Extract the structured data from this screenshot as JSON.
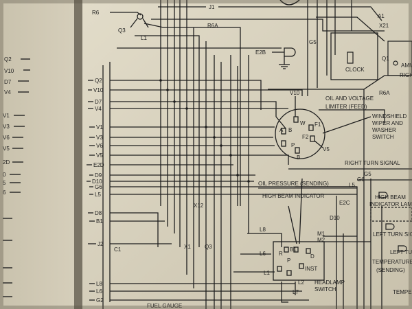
{
  "left_page": {
    "labels": [
      "Q2",
      "V10",
      "D7",
      "V4",
      "V1",
      "V3",
      "V6",
      "V5",
      "2D",
      "0",
      "5",
      "6"
    ]
  },
  "wire_labels": [
    {
      "id": "R6",
      "text": "R6"
    },
    {
      "id": "J1",
      "text": "J1"
    },
    {
      "id": "Q3-top",
      "text": "Q3"
    },
    {
      "id": "L1-top",
      "text": "L1"
    },
    {
      "id": "R6A",
      "text": "R6A"
    },
    {
      "id": "G5-top",
      "text": "G5"
    },
    {
      "id": "A1",
      "text": "A1"
    },
    {
      "id": "X21",
      "text": "X21"
    },
    {
      "id": "Q1",
      "text": "Q1"
    },
    {
      "id": "R6A-right",
      "text": "R6A"
    },
    {
      "id": "E2B",
      "text": "E2B"
    },
    {
      "id": "V10-top",
      "text": "V10"
    },
    {
      "id": "G5-right",
      "text": "G5"
    },
    {
      "id": "L5",
      "text": "L5"
    },
    {
      "id": "G6-right",
      "text": "G6"
    },
    {
      "id": "E2C",
      "text": "E2C"
    },
    {
      "id": "D10-mid",
      "text": "D10"
    },
    {
      "id": "X12",
      "text": "X12"
    },
    {
      "id": "X1",
      "text": "X1"
    },
    {
      "id": "Q3-mid",
      "text": "Q3"
    },
    {
      "id": "C1",
      "text": "C1"
    },
    {
      "id": "L8",
      "text": "L8"
    },
    {
      "id": "L6",
      "text": "L6"
    },
    {
      "id": "M1",
      "text": "M1"
    },
    {
      "id": "M2",
      "text": "M2"
    },
    {
      "id": "L1-bot",
      "text": "L1"
    },
    {
      "id": "L2",
      "text": "L2"
    },
    {
      "id": "L7",
      "text": "L7"
    },
    {
      "id": "F1",
      "text": "F1"
    },
    {
      "id": "F2",
      "text": "F2"
    },
    {
      "id": "A",
      "text": "A"
    },
    {
      "id": "B",
      "text": "B"
    },
    {
      "id": "W",
      "text": "W"
    },
    {
      "id": "P",
      "text": "P"
    },
    {
      "id": "V5-sw",
      "text": "V5"
    },
    {
      "id": "R",
      "text": "R"
    },
    {
      "id": "P2",
      "text": "P"
    },
    {
      "id": "D",
      "text": "D"
    },
    {
      "id": "INST",
      "text": "INST"
    },
    {
      "id": "B1-sw",
      "text": "B1"
    }
  ],
  "terminal_labels": [
    "Q2",
    "V10",
    "D7",
    "V4",
    "V1",
    "V3",
    "V6",
    "V5",
    "E2D",
    "D9",
    "D10",
    "G6",
    "L5",
    "D8",
    "B1",
    "J2",
    "L8",
    "L6",
    "G2"
  ],
  "components": {
    "clock": "CLOCK",
    "oil_voltage_limiter": [
      "OIL AND VOLTAGE",
      "LIMITER (FEED)"
    ],
    "windshield_switch": [
      "WINDSHIELD",
      "WIPER AND",
      "WASHER",
      "SWITCH"
    ],
    "right_turn_signal": "RIGHT TURN SIGNAL",
    "oil_pressure": "OIL PRESSURE (SENDING)",
    "high_beam_indicator": "HIGH BEAM INDICATOR",
    "high_beam_indicator_lamp": [
      "HIGH BEAM",
      "INDICATOR LAMP"
    ],
    "left_turn_signal": "LEFT TURN SIGNAL",
    "left_turn_signal_right": "LEFT TURN SIGN",
    "temperature_gauge": [
      "TEMPERATURE G",
      "(SENDING)"
    ],
    "headlamp_switch": [
      "HEADLAMP",
      "SWITCH"
    ],
    "fuel_gauge": "FUEL GAUGE",
    "temperature_bottom": "TEMPERA",
    "right_edge": "RIGHT",
    "amm": "AMM"
  },
  "colors": {
    "paper": "#d9d3c0",
    "paper_shadow": "#bfb8a3",
    "left_page": "#cfc8b4",
    "ink": "#1e1e1e",
    "gutter": "#5e584b"
  }
}
